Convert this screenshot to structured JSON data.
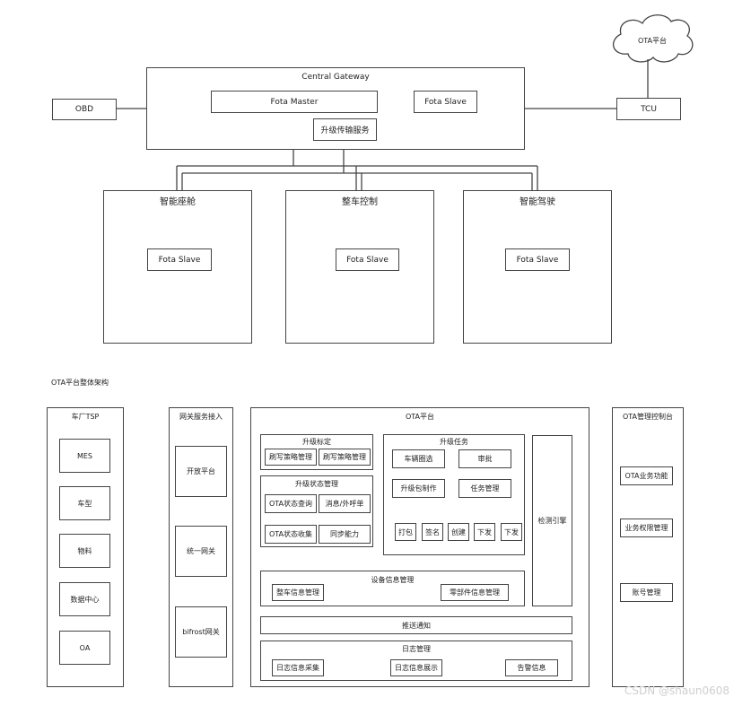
{
  "top": {
    "cloud_label": "OTA平台",
    "gateway_title": "Central Gateway",
    "fota_master": "Fota Master",
    "fota_slave": "Fota Slave",
    "upgrade_service": "升级传输服务",
    "obd": "OBD",
    "tcu": "TCU",
    "domains": [
      {
        "title": "智能座舱",
        "slave": "Fota Slave"
      },
      {
        "title": "整车控制",
        "slave": "Fota Slave"
      },
      {
        "title": "智能驾驶",
        "slave": "Fota Slave"
      }
    ]
  },
  "caption": "OTA平台整体架构",
  "tsp": {
    "title": "车厂TSP",
    "items": [
      "MES",
      "车型",
      "物料",
      "数据中心",
      "OA"
    ]
  },
  "gateway_service": {
    "title": "网关服务接入",
    "items": [
      "开放平台",
      "统一网关",
      "bifrost网关"
    ]
  },
  "ota_platform": {
    "title": "OTA平台",
    "upgrade_calibration": {
      "title": "升级标定",
      "items": [
        "刷写策略管理",
        "刷写策略管理"
      ]
    },
    "upgrade_status": {
      "title": "升级状态管理",
      "items": [
        "OTA状态查询",
        "消息/外呼单",
        "OTA状态收集",
        "同步能力"
      ]
    },
    "upgrade_task": {
      "title": "升级任务",
      "vehicle_select": "车辆圈选",
      "approval": "审批",
      "package_make": "升级包制作",
      "task_manage": "任务管理",
      "leaves": [
        "打包",
        "签名",
        "创建",
        "下发",
        "下发"
      ]
    },
    "detection_engine": "检测引擎",
    "device_info": {
      "title": "设备信息管理",
      "vehicle_info": "整车信息管理",
      "parts_info": "零部件信息管理"
    },
    "push_notice": "推送通知",
    "log_manage": {
      "title": "日志管理",
      "items": [
        "日志信息采集",
        "日志信息展示",
        "告警信息"
      ]
    }
  },
  "console": {
    "title": "OTA管理控制台",
    "items": [
      "OTA业务功能",
      "业务权限管理",
      "账号管理"
    ]
  },
  "watermark": "CSDN @shaun0608"
}
